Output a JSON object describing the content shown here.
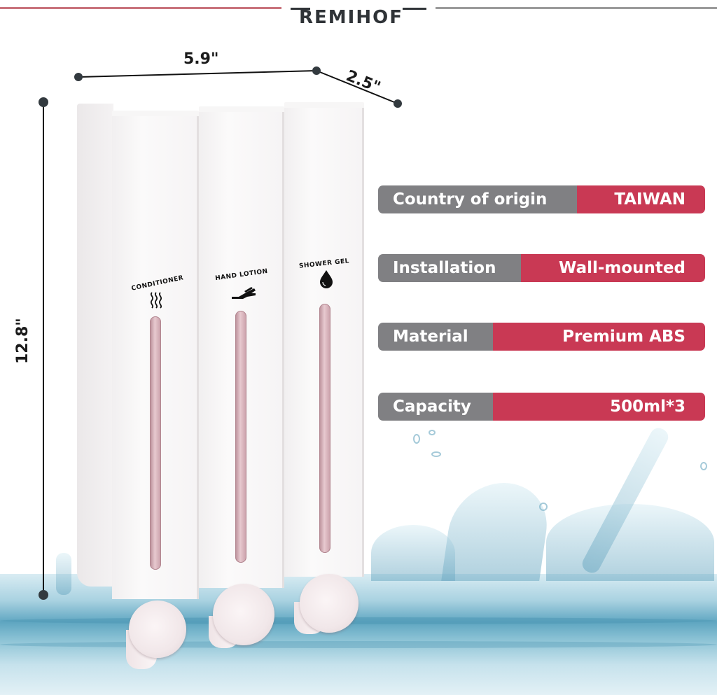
{
  "brand": {
    "name": "REMIHOF",
    "line_left_color": "#c9737d",
    "line_right_color": "#9b9b9b",
    "text_color": "#2f3337"
  },
  "dimensions": {
    "width": "5.9\"",
    "depth": "2.5\"",
    "height": "12.8\""
  },
  "dispenser": {
    "compartments": [
      {
        "label": "CONDITIONER",
        "icon": "steam-icon"
      },
      {
        "label": "HAND LOTION",
        "icon": "hand-icon"
      },
      {
        "label": "SHOWER GEL",
        "icon": "droplet-icon"
      }
    ]
  },
  "specs": [
    {
      "key": "Country of origin",
      "value": "TAIWAN"
    },
    {
      "key": "Installation",
      "value": "Wall-mounted"
    },
    {
      "key": "Material",
      "value": "Premium ABS"
    },
    {
      "key": "Capacity",
      "value": "500ml*3"
    }
  ],
  "colors": {
    "key_bg": "#808083",
    "value_bg": "#c93954",
    "window_tint": "#d7b1b9"
  }
}
